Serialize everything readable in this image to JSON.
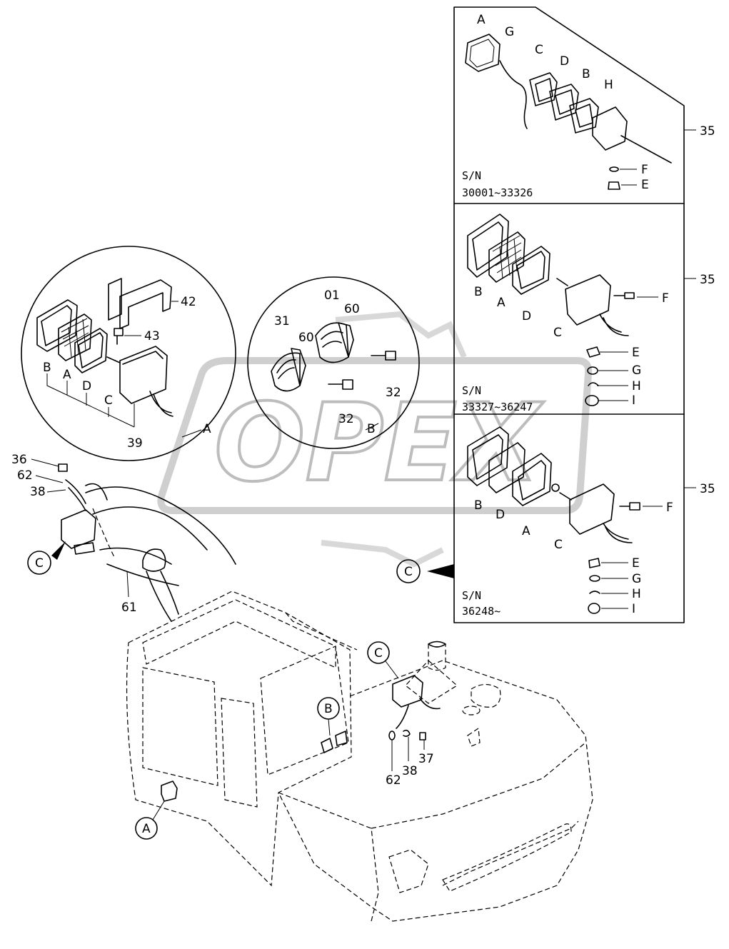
{
  "watermark": "OPEX",
  "panels": [
    {
      "ref": "35",
      "serial_label": "S/N",
      "serial_range": "30001~33326",
      "letters": [
        "A",
        "G",
        "C",
        "D",
        "B",
        "H",
        "F",
        "E"
      ]
    },
    {
      "ref": "35",
      "serial_label": "S/N",
      "serial_range": "33327~36247",
      "letters": [
        "B",
        "A",
        "D",
        "C",
        "F",
        "E",
        "G",
        "H",
        "I"
      ]
    },
    {
      "ref": "35",
      "serial_label": "S/N",
      "serial_range": "36248~",
      "letters": [
        "B",
        "D",
        "A",
        "C",
        "F",
        "E",
        "G",
        "H",
        "I"
      ]
    }
  ],
  "detail_a": {
    "letter": "A",
    "parts": [
      "B",
      "A",
      "D",
      "C"
    ],
    "refs": {
      "lamp": "39",
      "bracket": "42",
      "bolt": "43"
    }
  },
  "detail_b": {
    "letter": "B",
    "refs": {
      "horn_left": "31",
      "horn_right": "01",
      "bracket_left": "60",
      "bracket_right": "60",
      "bolt_left": "32",
      "bolt_right": "32"
    }
  },
  "machine": {
    "callouts": [
      "36",
      "62",
      "38",
      "61",
      "62",
      "38",
      "37"
    ],
    "markers": [
      "C",
      "C",
      "C",
      "B",
      "A"
    ]
  }
}
